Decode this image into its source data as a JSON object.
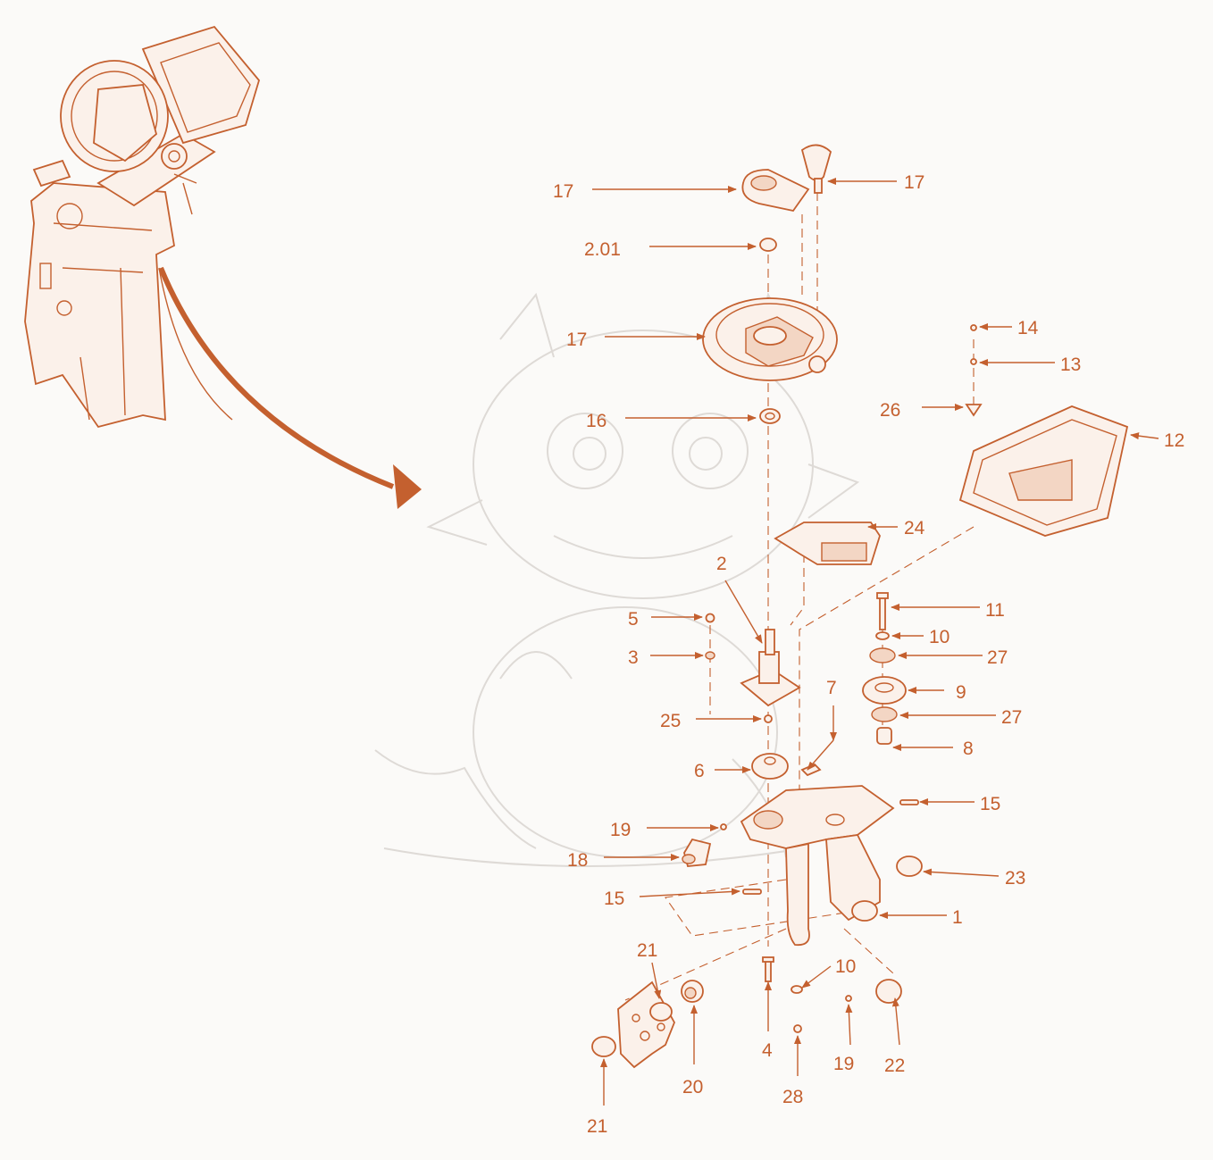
{
  "colors": {
    "accent": "#c4602f",
    "background": "#fbfaf8",
    "watermark": "#dedad6"
  },
  "callouts": [
    {
      "id": "17a",
      "text": "17"
    },
    {
      "id": "17b",
      "text": "17"
    },
    {
      "id": "201",
      "text": "2.01"
    },
    {
      "id": "17c",
      "text": "17"
    },
    {
      "id": "14",
      "text": "14"
    },
    {
      "id": "13",
      "text": "13"
    },
    {
      "id": "26",
      "text": "26"
    },
    {
      "id": "12",
      "text": "12"
    },
    {
      "id": "16",
      "text": "16"
    },
    {
      "id": "24",
      "text": "24"
    },
    {
      "id": "2",
      "text": "2"
    },
    {
      "id": "11",
      "text": "11"
    },
    {
      "id": "5",
      "text": "5"
    },
    {
      "id": "10a",
      "text": "10"
    },
    {
      "id": "3",
      "text": "3"
    },
    {
      "id": "27a",
      "text": "27"
    },
    {
      "id": "7",
      "text": "7"
    },
    {
      "id": "9",
      "text": "9"
    },
    {
      "id": "25",
      "text": "25"
    },
    {
      "id": "27b",
      "text": "27"
    },
    {
      "id": "8",
      "text": "8"
    },
    {
      "id": "6",
      "text": "6"
    },
    {
      "id": "15a",
      "text": "15"
    },
    {
      "id": "19a",
      "text": "19"
    },
    {
      "id": "18",
      "text": "18"
    },
    {
      "id": "23",
      "text": "23"
    },
    {
      "id": "15b",
      "text": "15"
    },
    {
      "id": "1",
      "text": "1"
    },
    {
      "id": "21a",
      "text": "21"
    },
    {
      "id": "10b",
      "text": "10"
    },
    {
      "id": "4",
      "text": "4"
    },
    {
      "id": "19b",
      "text": "19"
    },
    {
      "id": "22",
      "text": "22"
    },
    {
      "id": "20",
      "text": "20"
    },
    {
      "id": "28",
      "text": "28"
    },
    {
      "id": "21b",
      "text": "21"
    }
  ]
}
